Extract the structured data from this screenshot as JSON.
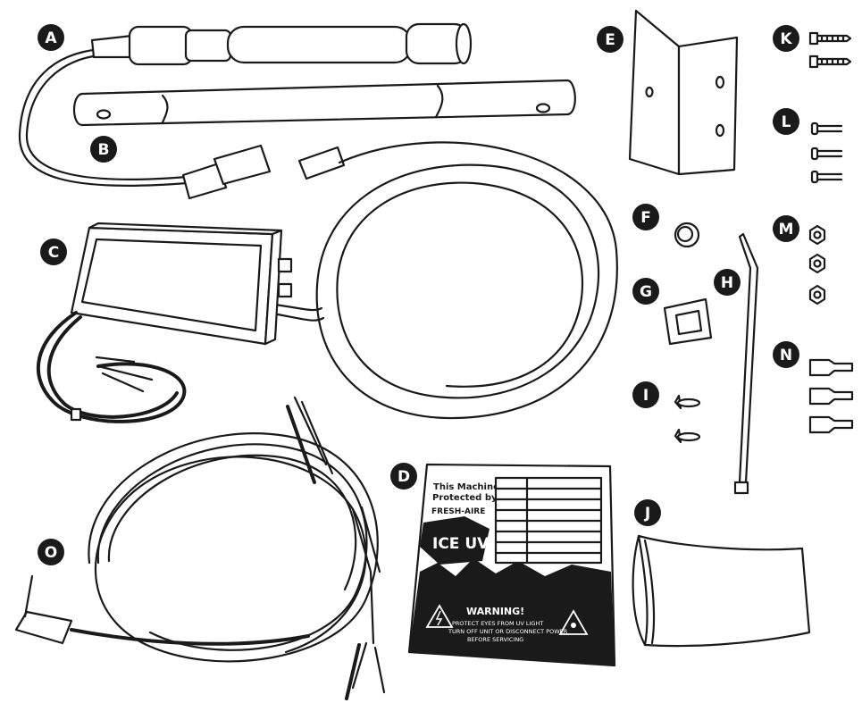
{
  "callouts": {
    "A": "A",
    "B": "B",
    "C": "C",
    "D": "D",
    "E": "E",
    "F": "F",
    "G": "G",
    "H": "H",
    "I": "I",
    "J": "J",
    "K": "K",
    "L": "L",
    "M": "M",
    "N": "N",
    "O": "O"
  },
  "decal": {
    "line1": "This Machine",
    "line2": "Protected by:",
    "brand": "FRESH-AIRE",
    "logo": "ICE UV",
    "warning_title": "WARNING!",
    "warning_line1": "PROTECT EYES FROM UV LIGHT",
    "warning_line2": "TURN OFF UNIT OR DISCONNECT POWER",
    "warning_line3": "BEFORE SERVICING"
  }
}
